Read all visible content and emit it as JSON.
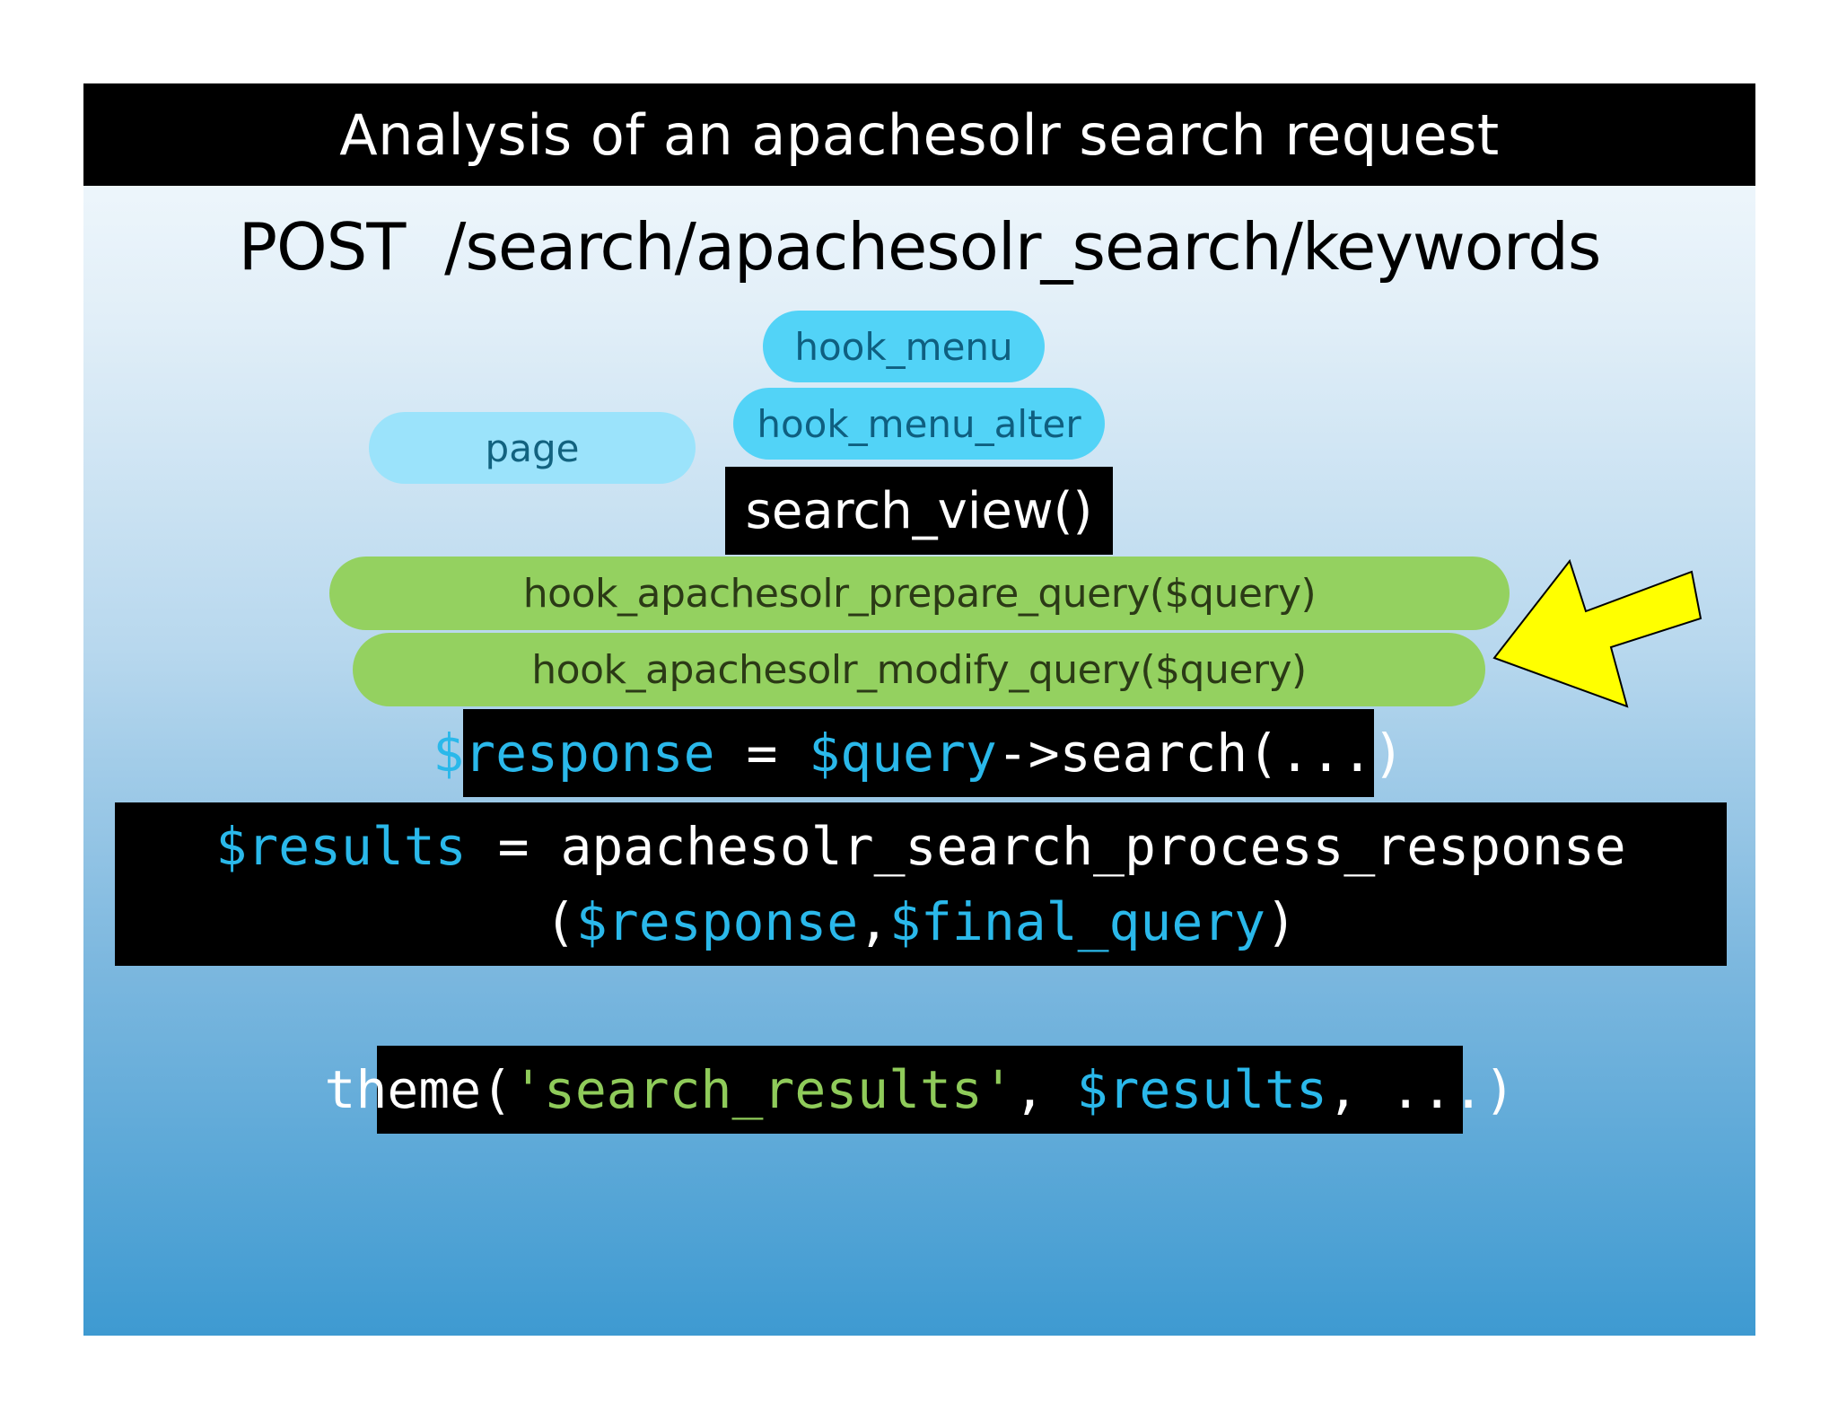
{
  "slide": {
    "title": "Analysis of an apachesolr search request",
    "endpoint": "POST  /search/apachesolr_search/keywords"
  },
  "hooks": {
    "hook_menu": "hook_menu",
    "hook_menu_alter": "hook_menu_alter",
    "page": "page",
    "prepare_query": "hook_apachesolr_prepare_query($query)",
    "modify_query": "hook_apachesolr_modify_query($query)"
  },
  "code": {
    "search_view": "search_view()",
    "response_line": {
      "var_response": "$response",
      "equals": " = ",
      "var_query": "$query",
      "call": "->search(...)"
    },
    "results_line": {
      "var_results": "$results",
      "equals": " = ",
      "func": "apachesolr_search_process_response",
      "open_paren": "(",
      "var_response": "$response",
      "comma": ",",
      "var_final_query": "$final_query",
      "close_paren": ")"
    },
    "theme_line": {
      "func": "theme(",
      "str": "'search_results'",
      "sep": ", ",
      "var_results": "$results",
      "rest": ", ...)"
    }
  },
  "colors": {
    "title_bg": "#000000",
    "hook_blue": "#52d3f7",
    "page_blue": "#9be3fb",
    "hook_green": "#94d160",
    "variable": "#2ab8ea",
    "string": "#8fcb5a",
    "arrow": "#ffff00"
  },
  "icons": {
    "pointer": "yellow-arrow-icon"
  }
}
